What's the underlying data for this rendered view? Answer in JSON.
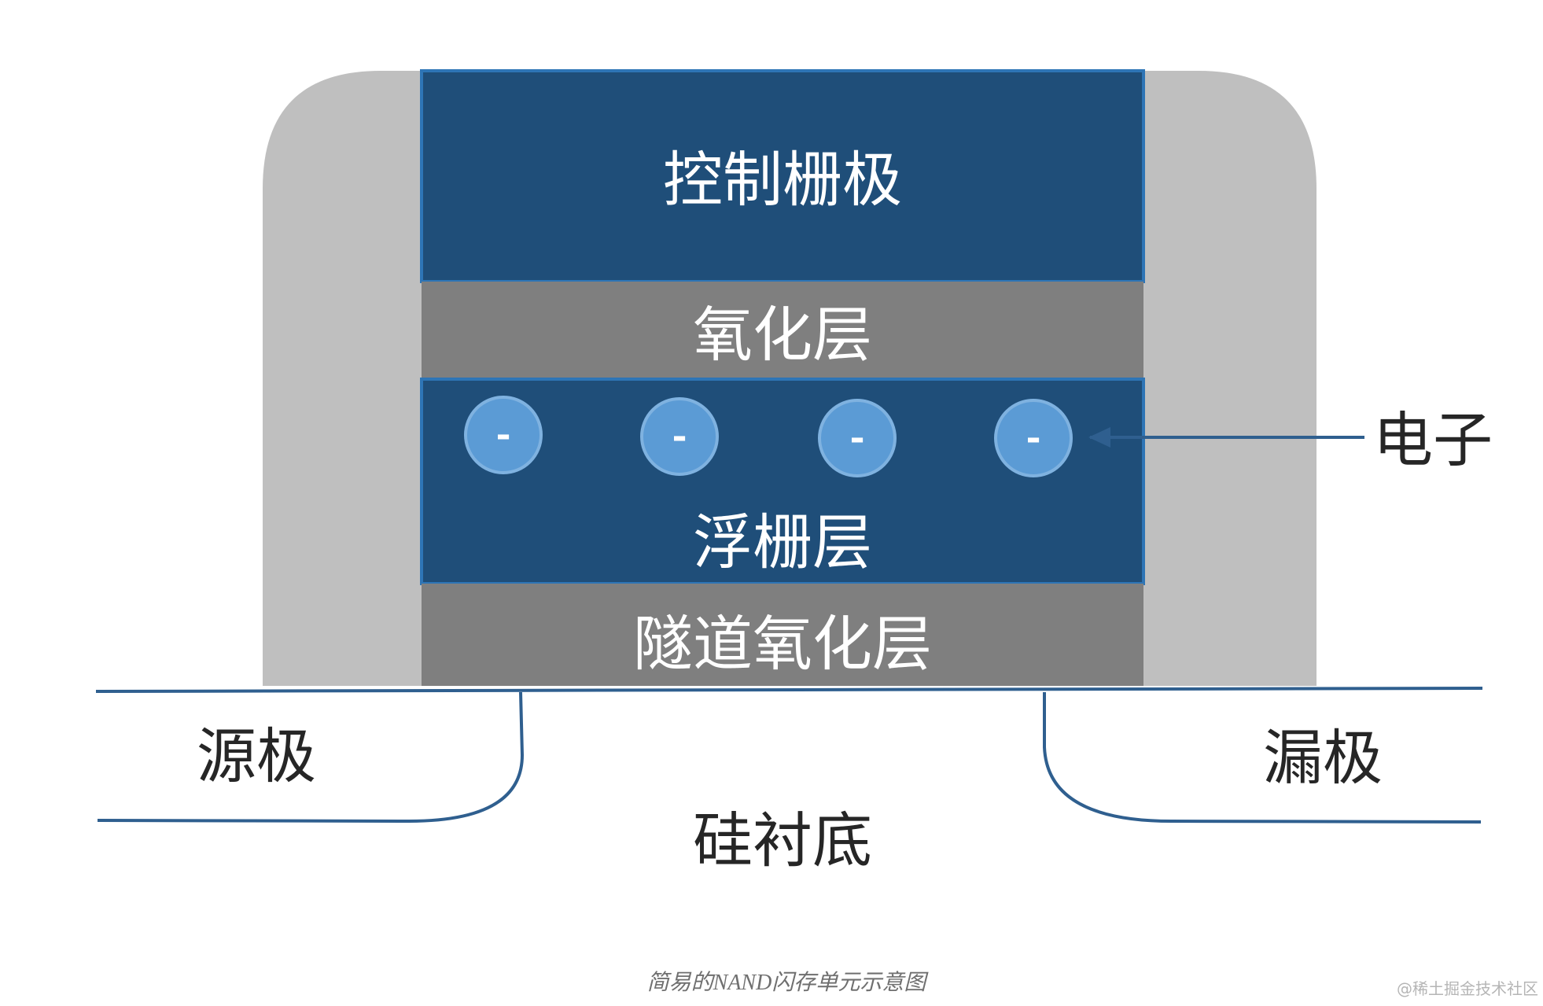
{
  "diagram": {
    "title": "NAND flash memory cell",
    "labels": {
      "control_gate": "控制栅极",
      "oxide_layer": "氧化层",
      "floating_gate": "浮栅层",
      "tunnel_oxide": "隧道氧化层",
      "electron": "电子",
      "source": "源极",
      "drain": "漏极",
      "substrate": "硅衬底"
    },
    "electron_symbol": "-",
    "electron_count": 4,
    "caption": "简易的NAND闪存单元示意图",
    "watermark": "@稀土掘金技术社区"
  },
  "colors": {
    "gate_blue": "#1f4e79",
    "gate_border": "#2e75b6",
    "oxide_gray": "#7f7f7f",
    "spacer_gray": "#bfbfbf",
    "electron_fill": "#5b9bd5",
    "line_blue": "#2f5f8f",
    "text_white": "#ffffff",
    "text_dark": "#262626"
  }
}
